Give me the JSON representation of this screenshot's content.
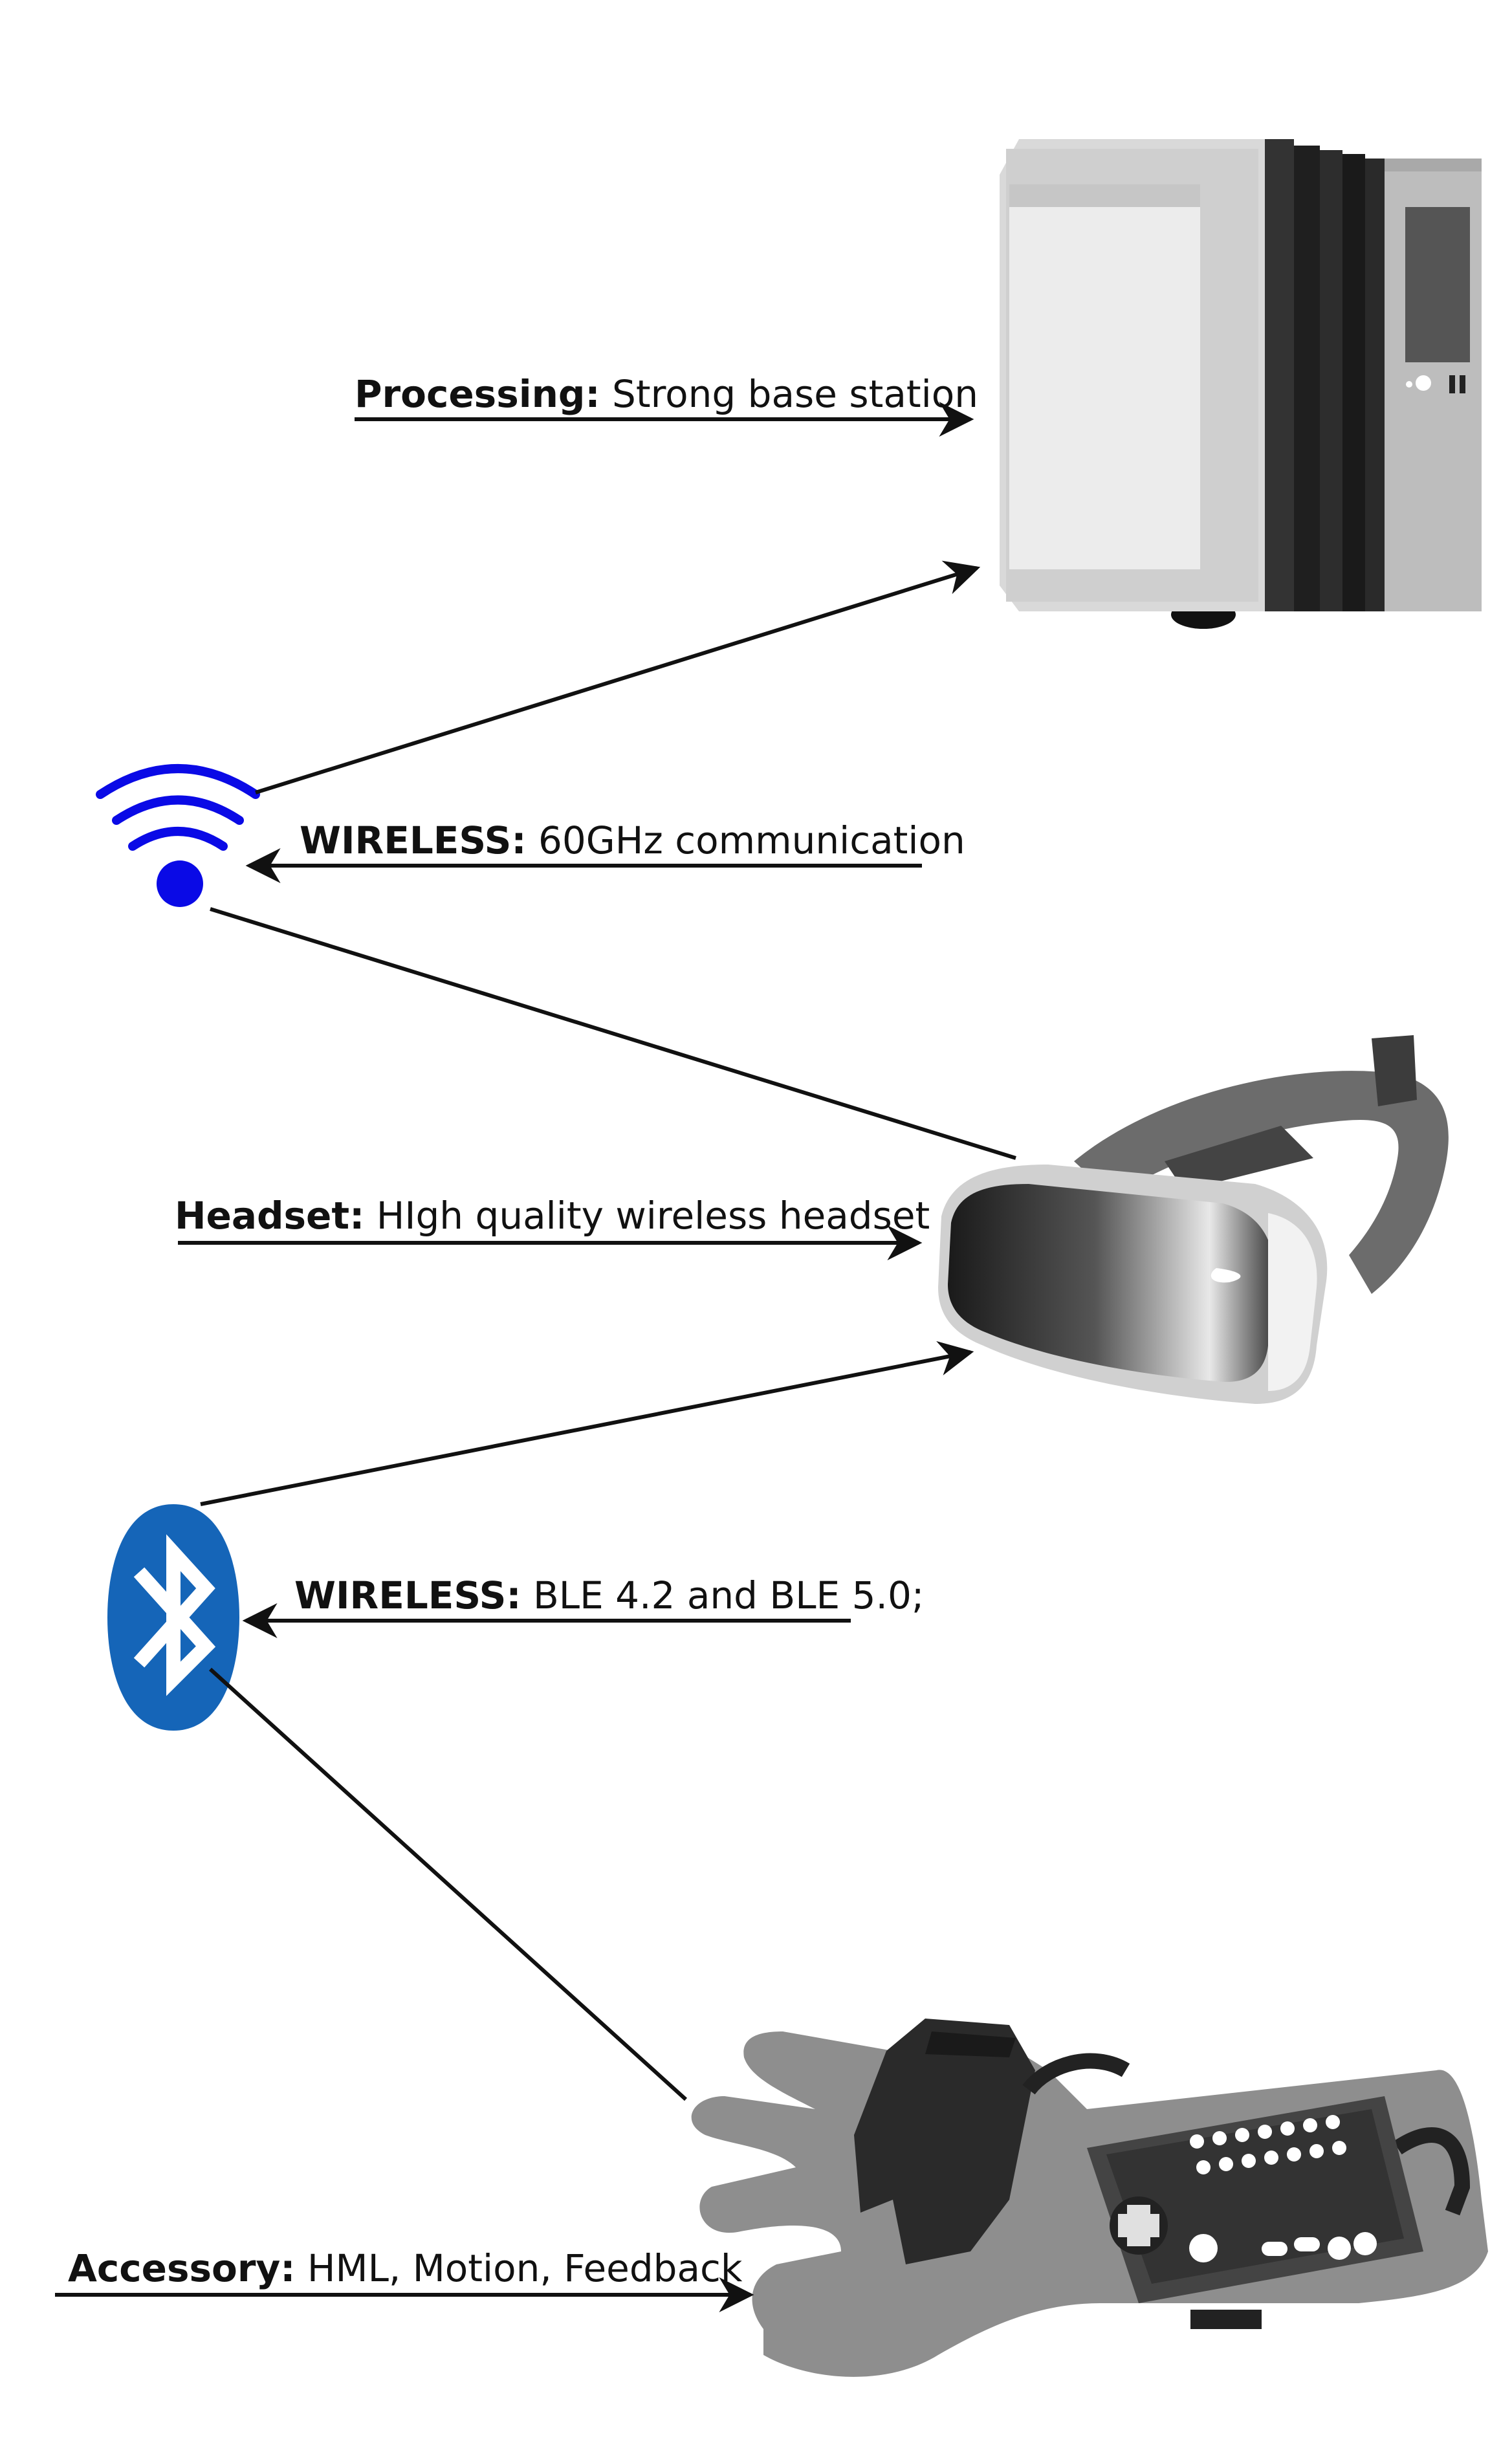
{
  "labels": {
    "processing": {
      "key": "Processing:",
      "text": "Strong base station"
    },
    "wireless_60": {
      "key": "WIRELESS:",
      "text": "60GHz communication"
    },
    "headset": {
      "key": "Headset:",
      "text": "HIgh quality wireless headset"
    },
    "wireless_ble": {
      "key": "WIRELESS:",
      "text": "BLE 4.2 and BLE 5.0;"
    },
    "accessory": {
      "key": "Accessory:",
      "text": "HML, Motion, Feedback"
    }
  },
  "icons": [
    "computer-tower-icon",
    "wifi-icon",
    "vr-headset-icon",
    "bluetooth-icon",
    "power-glove-icon"
  ],
  "colors": {
    "wifi": "#0a0ae6",
    "bluetooth": "#1565b8",
    "line": "#111111"
  }
}
